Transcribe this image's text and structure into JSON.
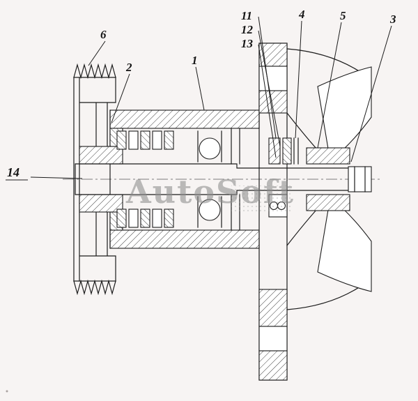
{
  "page": {
    "background_color": "#f7f4f3",
    "line_color": "#1c1c1c"
  },
  "watermark": {
    "text": "AutoSoft",
    "color": "#8d8d8d"
  },
  "drawing": {
    "type": "cross-section technical drawing of a belt-driven water pump assembly",
    "parts": {
      "pulley": "ribbed belt pulley (left)",
      "shaft": "drive shaft (center)",
      "bearing_housing": "bearing housing cylinder",
      "flange": "mounting flange plate",
      "impeller": "impeller and volute (right)",
      "seal": "shaft seal stack"
    }
  },
  "callouts": {
    "c1": {
      "label": "1"
    },
    "c2": {
      "label": "2"
    },
    "c3": {
      "label": "3"
    },
    "c4": {
      "label": "4"
    },
    "c5": {
      "label": "5"
    },
    "c6": {
      "label": "6"
    },
    "c11": {
      "label": "11"
    },
    "c12": {
      "label": "12"
    },
    "c13": {
      "label": "13"
    },
    "c14": {
      "label": "14"
    }
  }
}
